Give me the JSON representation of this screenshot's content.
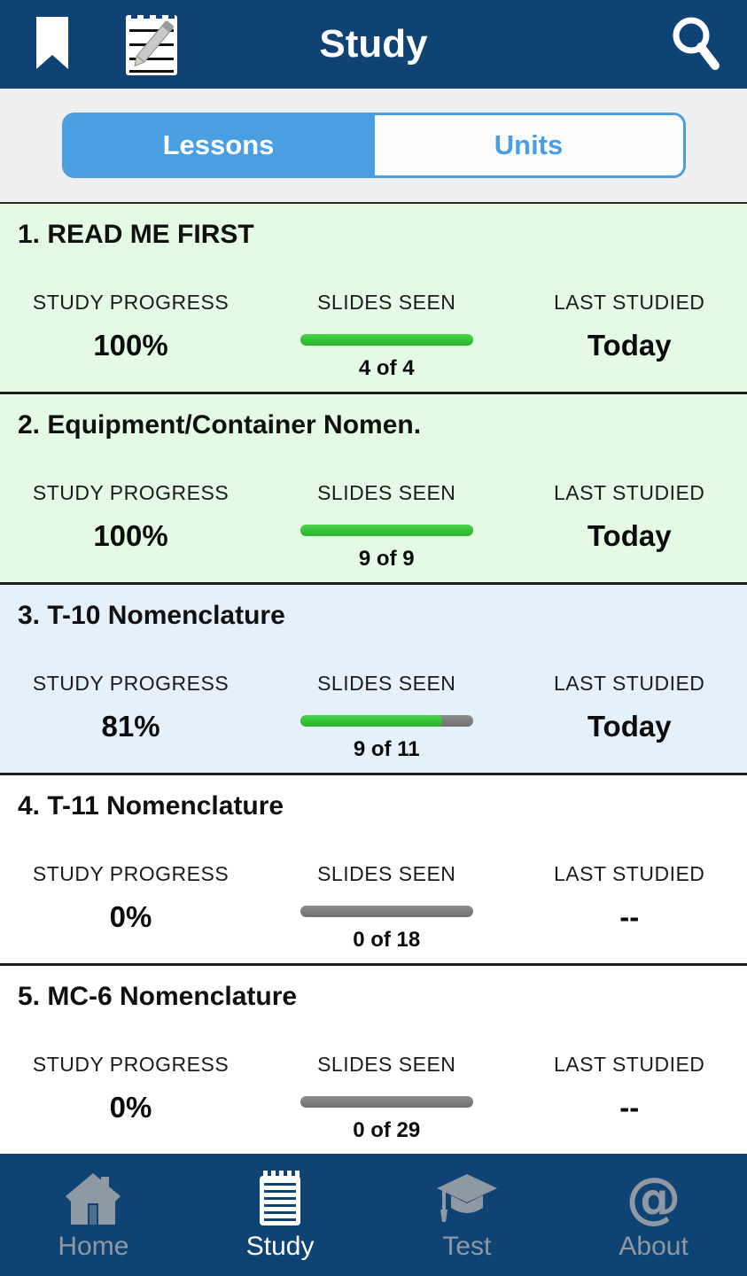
{
  "header": {
    "title": "Study",
    "icons": [
      "bookmark-icon",
      "notes-edit-icon",
      "search-icon"
    ]
  },
  "tabs": [
    {
      "label": "Lessons",
      "selected": true
    },
    {
      "label": "Units",
      "selected": false
    }
  ],
  "lessons": [
    {
      "title": "1. READ ME FIRST",
      "progress_label": "STUDY PROGRESS",
      "progress": "100%",
      "progress_pct": 100,
      "slides_label": "SLIDES SEEN",
      "slides": "4 of 4",
      "last_label": "LAST STUDIED",
      "last": "Today",
      "bg": "green"
    },
    {
      "title": "2. Equipment/Container Nomen.",
      "progress_label": "STUDY PROGRESS",
      "progress": "100%",
      "progress_pct": 100,
      "slides_label": "SLIDES SEEN",
      "slides": "9 of 9",
      "last_label": "LAST STUDIED",
      "last": "Today",
      "bg": "green"
    },
    {
      "title": "3. T-10 Nomenclature",
      "progress_label": "STUDY PROGRESS",
      "progress": "81%",
      "progress_pct": 82,
      "slides_label": "SLIDES SEEN",
      "slides": "9 of 11",
      "last_label": "LAST STUDIED",
      "last": "Today",
      "bg": "blue"
    },
    {
      "title": "4. T-11 Nomenclature",
      "progress_label": "STUDY PROGRESS",
      "progress": "0%",
      "progress_pct": 0,
      "slides_label": "SLIDES SEEN",
      "slides": "0 of 18",
      "last_label": "LAST STUDIED",
      "last": "--",
      "bg": "white"
    },
    {
      "title": "5. MC-6 Nomenclature",
      "progress_label": "STUDY PROGRESS",
      "progress": "0%",
      "progress_pct": 0,
      "slides_label": "SLIDES SEEN",
      "slides": "0 of 29",
      "last_label": "LAST STUDIED",
      "last": "--",
      "bg": "white"
    }
  ],
  "bottom_nav": [
    {
      "label": "Home",
      "icon": "home-icon",
      "active": false
    },
    {
      "label": "Study",
      "icon": "notepad-icon",
      "active": true
    },
    {
      "label": "Test",
      "icon": "graduation-cap-icon",
      "active": false
    },
    {
      "label": "About",
      "icon": "at-icon",
      "active": false
    }
  ],
  "colors": {
    "navy": "#0E4373",
    "accent_blue": "#4A9FE2",
    "row_green": "#E4FAE4",
    "row_blue": "#E4F0FA",
    "bar_green": "#2EC42E",
    "bar_gray": "#7A7A78"
  }
}
